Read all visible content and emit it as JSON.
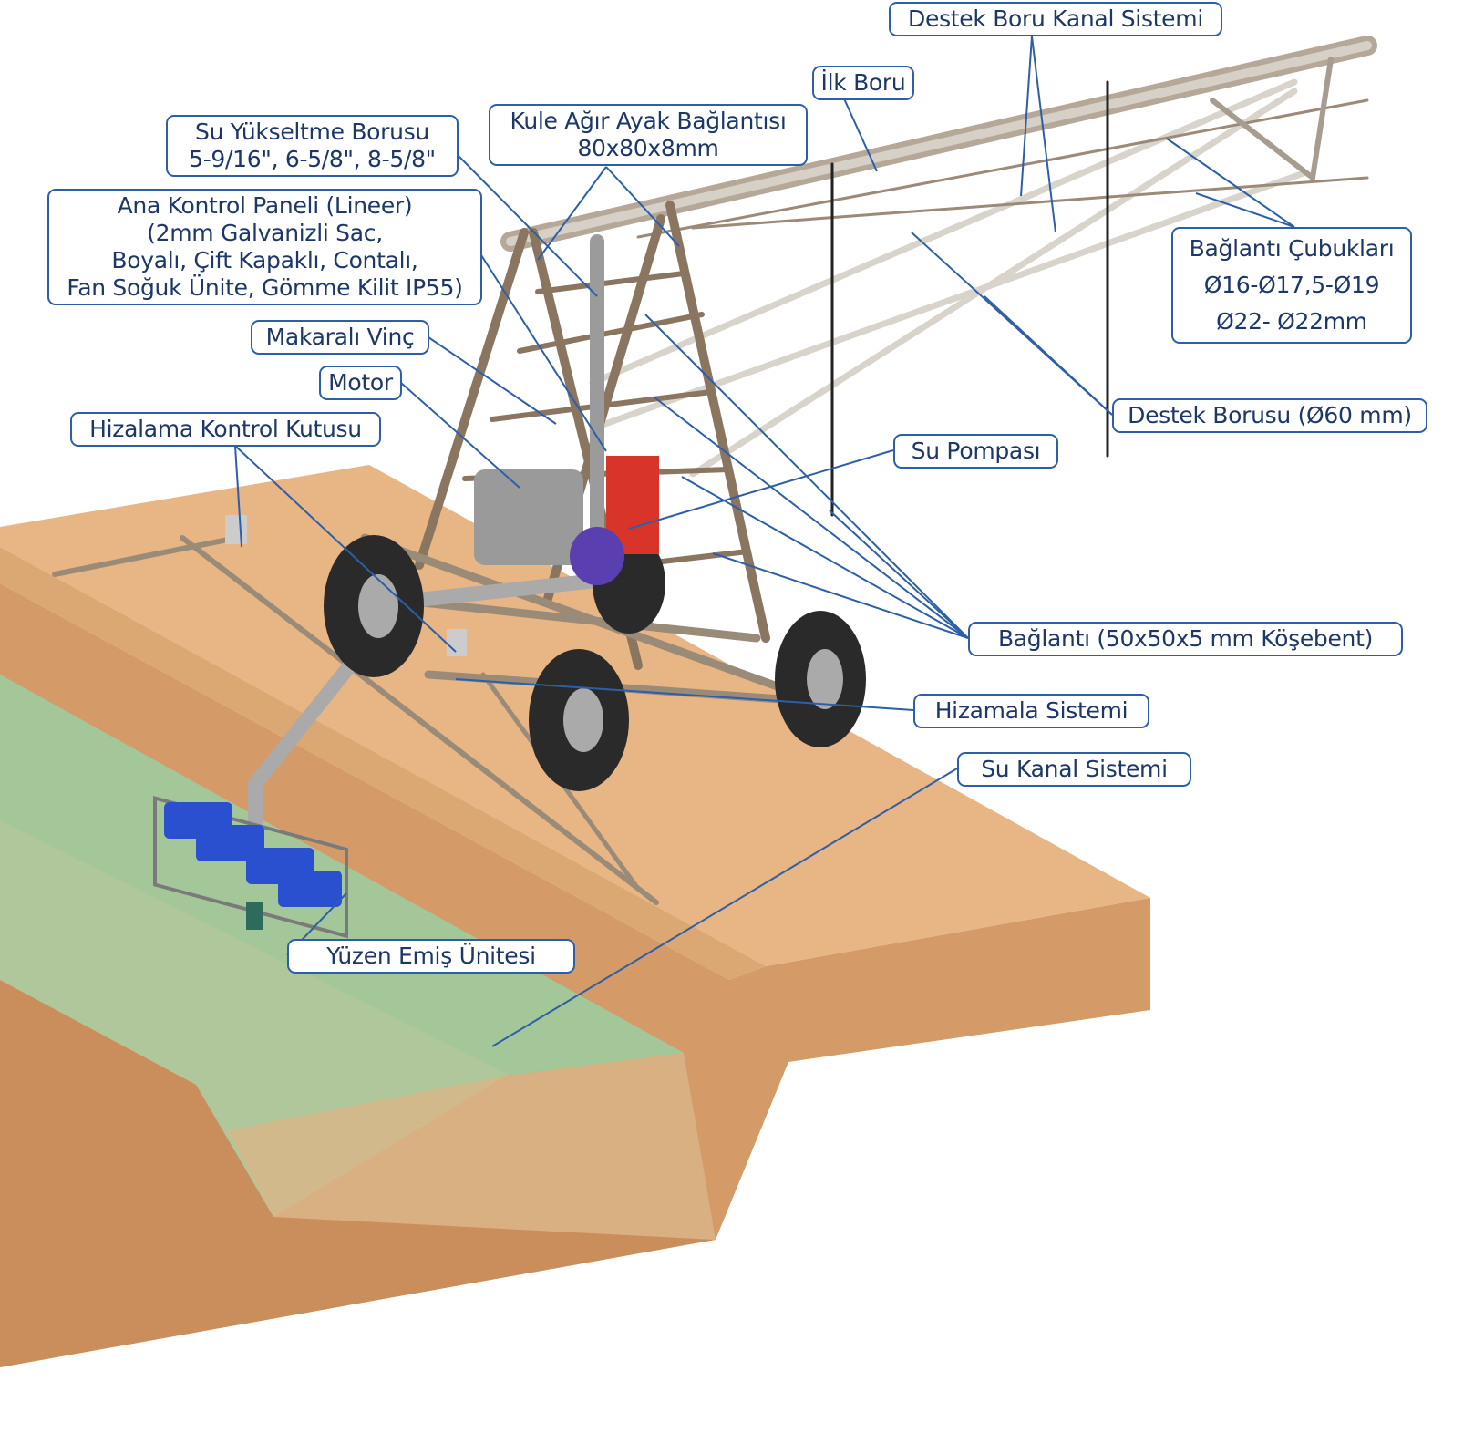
{
  "colors": {
    "label_border": "#2d5fa8",
    "label_text": "#1c3768",
    "ground_top": "#e8b585",
    "ground_side": "#d49b68",
    "water": "#a9cfa6",
    "tower": "#8a7560",
    "pump": "#d9342a",
    "float": "#2a4fcf"
  },
  "labels": {
    "destek_boru_kanal": "Destek Boru Kanal Sistemi",
    "ilk_boru": "İlk Boru",
    "kule": {
      "line1": "Kule Ağır Ayak Bağlantısı",
      "line2": "80x80x8mm"
    },
    "su_yukseltme": {
      "line1": "Su Yükseltme Borusu",
      "line2": "5-9/16\", 6-5/8\", 8-5/8\""
    },
    "ana_kontrol": {
      "line1": "Ana Kontrol Paneli (Lineer)",
      "line2": "(2mm Galvanizli Sac,",
      "line3": "Boyalı, Çift Kapaklı, Contalı,",
      "line4": "Fan Soğuk Ünite, Gömme Kilit IP55)"
    },
    "makarali_vinc": "Makaralı Vinç",
    "motor": "Motor",
    "hizalama_kutusu": "Hizalama Kontrol Kutusu",
    "baglanti_cubuklari": {
      "line1": "Bağlantı Çubukları",
      "line2": "Ø16-Ø17,5-Ø19",
      "line3": "Ø22- Ø22mm"
    },
    "destek_borusu": "Destek Borusu (Ø60 mm)",
    "su_pompasi": "Su Pompası",
    "baglanti_kosebent": "Bağlantı (50x50x5 mm Köşebent)",
    "hizamala_sistemi": "Hizamala Sistemi",
    "su_kanal": "Su Kanal Sistemi",
    "yuzen_emis": "Yüzen Emiş Ünitesi"
  }
}
